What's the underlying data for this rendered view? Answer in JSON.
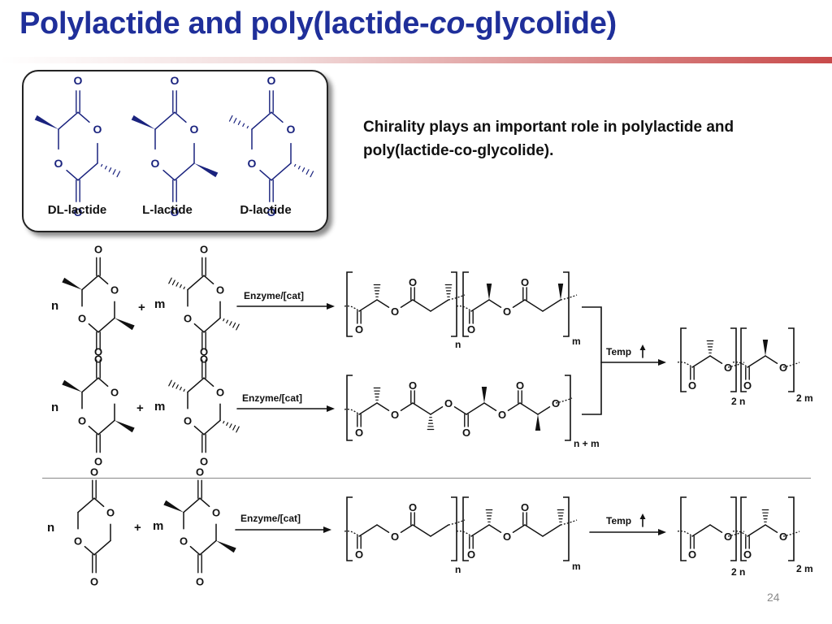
{
  "title": {
    "prefix": "Polylactide and poly(lactide-",
    "italic": "co",
    "suffix": "-glycolide)"
  },
  "caption": "Chirality plays an important role in polylactide and poly(lactide-co-glycolide).",
  "isomer_names": {
    "dl": "DL-lactide",
    "l": "L-lactide",
    "d": "D-lactide"
  },
  "atoms": {
    "oxygen": "O"
  },
  "coefficients": {
    "n": "n",
    "m": "m",
    "plus": "+"
  },
  "conditions": {
    "enzyme": "Enzyme/[cat]",
    "temp": "Temp"
  },
  "subscripts": {
    "n": "n",
    "m": "m",
    "n_plus_m": "n + m",
    "two_n": "2 n",
    "two_m": "2 m"
  },
  "page_number": "24",
  "colors": {
    "title": "#1f2f9a",
    "structure_blue": "#1a237e",
    "rule_accent": "#c84a4a"
  }
}
